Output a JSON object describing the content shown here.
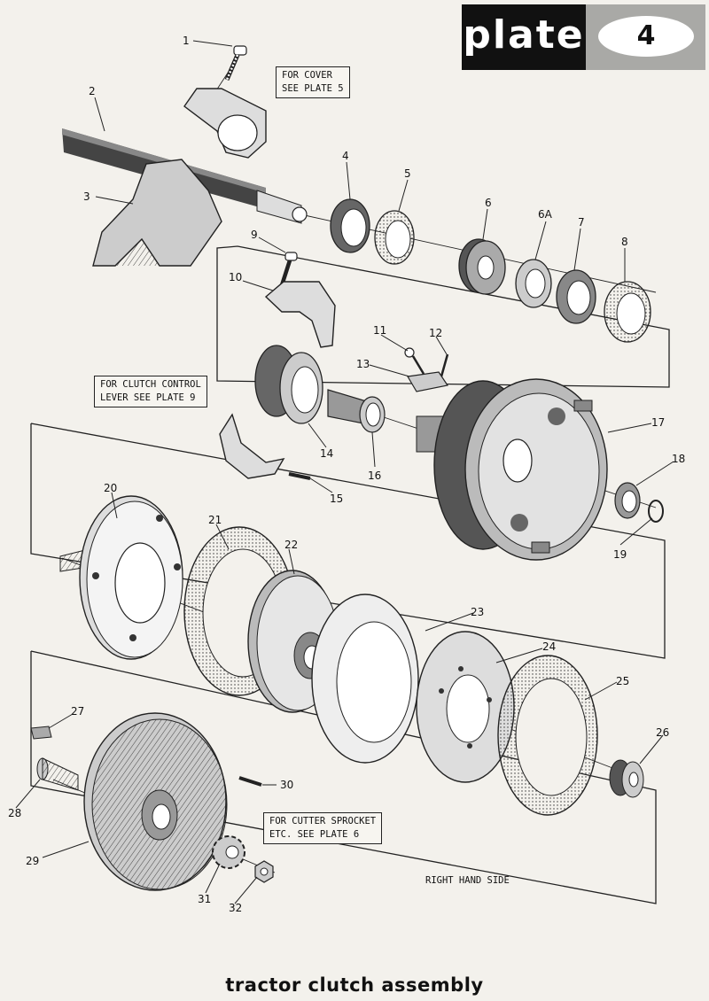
{
  "header": {
    "plate_label": "plate",
    "plate_number": "4"
  },
  "notes": {
    "cover": [
      "FOR COVER",
      "SEE PLATE 5"
    ],
    "clutch_control": [
      "FOR CLUTCH CONTROL",
      "LEVER SEE PLATE 9"
    ],
    "cutter_sprocket": [
      "FOR CUTTER SPROCKET",
      "ETC. SEE PLATE 6"
    ]
  },
  "side_label": "RIGHT HAND SIDE",
  "title": "tractor clutch assembly",
  "callouts": [
    "1",
    "2",
    "3",
    "4",
    "5",
    "6",
    "6A",
    "7",
    "8",
    "9",
    "10",
    "11",
    "12",
    "13",
    "14",
    "15",
    "16",
    "17",
    "18",
    "19",
    "20",
    "21",
    "22",
    "23",
    "24",
    "25",
    "26",
    "27",
    "28",
    "29",
    "30",
    "31",
    "32"
  ],
  "colors": {
    "ink": "#111111",
    "paper": "#f3f1ec",
    "header_dark": "#111111",
    "header_tint": "#a9a9a6"
  }
}
